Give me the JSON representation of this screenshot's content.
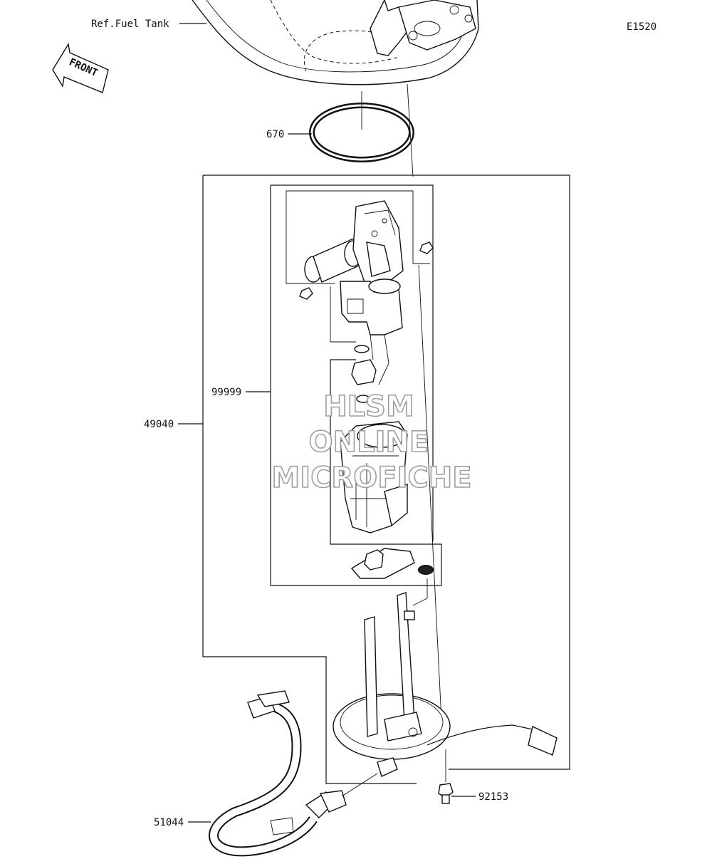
{
  "diagram_code": "E1520",
  "front_label": "FRONT",
  "labels": {
    "ref_fuel_tank": "Ref.Fuel Tank",
    "p670": "670",
    "p99999": "99999",
    "p49040": "49040",
    "p92153": "92153",
    "p51044": "51044"
  },
  "watermark": {
    "line1": "HLSM",
    "line2": "ONLINE",
    "line3": "MICROFICHE"
  }
}
